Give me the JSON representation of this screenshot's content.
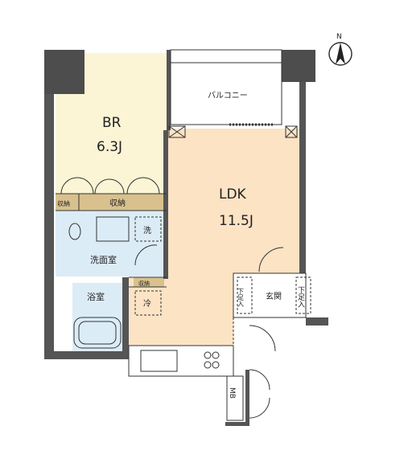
{
  "compass": {
    "north": "N"
  },
  "rooms": {
    "bedroom": {
      "name": "BR",
      "size": "6.3J"
    },
    "ldk": {
      "name": "LDK",
      "size": "11.5J"
    },
    "balcony": "バルコニー",
    "closet_small": "収納",
    "closet": "収納",
    "washroom": "洗面室",
    "washer": "洗",
    "bathroom": "浴室",
    "fridge": "冷",
    "storage_small": "収納",
    "entrance": "玄関",
    "shoe_left": "下足入",
    "shoe_right": "下足入",
    "meter_box": "MB"
  },
  "colors": {
    "bedroom_floor": "#fbf5d6",
    "ldk_floor": "#fbe3c4",
    "wet_floor": "#dcecf7",
    "closet_floor": "#d9c18e",
    "wall": "#555555",
    "pillar": "#4d4d4d",
    "line": "#333333"
  }
}
